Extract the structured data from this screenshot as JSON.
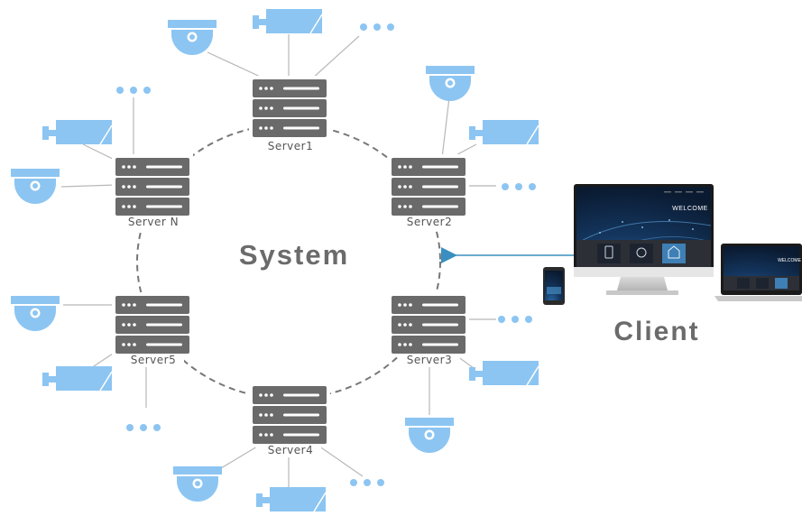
{
  "title": "System",
  "client_label": "Client",
  "servers": [
    "Server1",
    "Server2",
    "Server3",
    "Server4",
    "Server5",
    "Server N"
  ],
  "screen_text": "WELCOME",
  "laptop_text": "WELCOME",
  "icons": {
    "server": "server-rack-icon",
    "bullet_camera": "bullet-camera-icon",
    "dome_camera": "dome-camera-icon",
    "more": "ellipsis-icon",
    "monitor": "desktop-monitor-icon",
    "laptop": "laptop-icon",
    "phone": "smartphone-icon"
  },
  "colors": {
    "camera": "#8cc5f2",
    "server": "#6a6a6a",
    "ring": "#777777",
    "arrow": "#3a8fc0",
    "text": "#6b6b6b"
  }
}
